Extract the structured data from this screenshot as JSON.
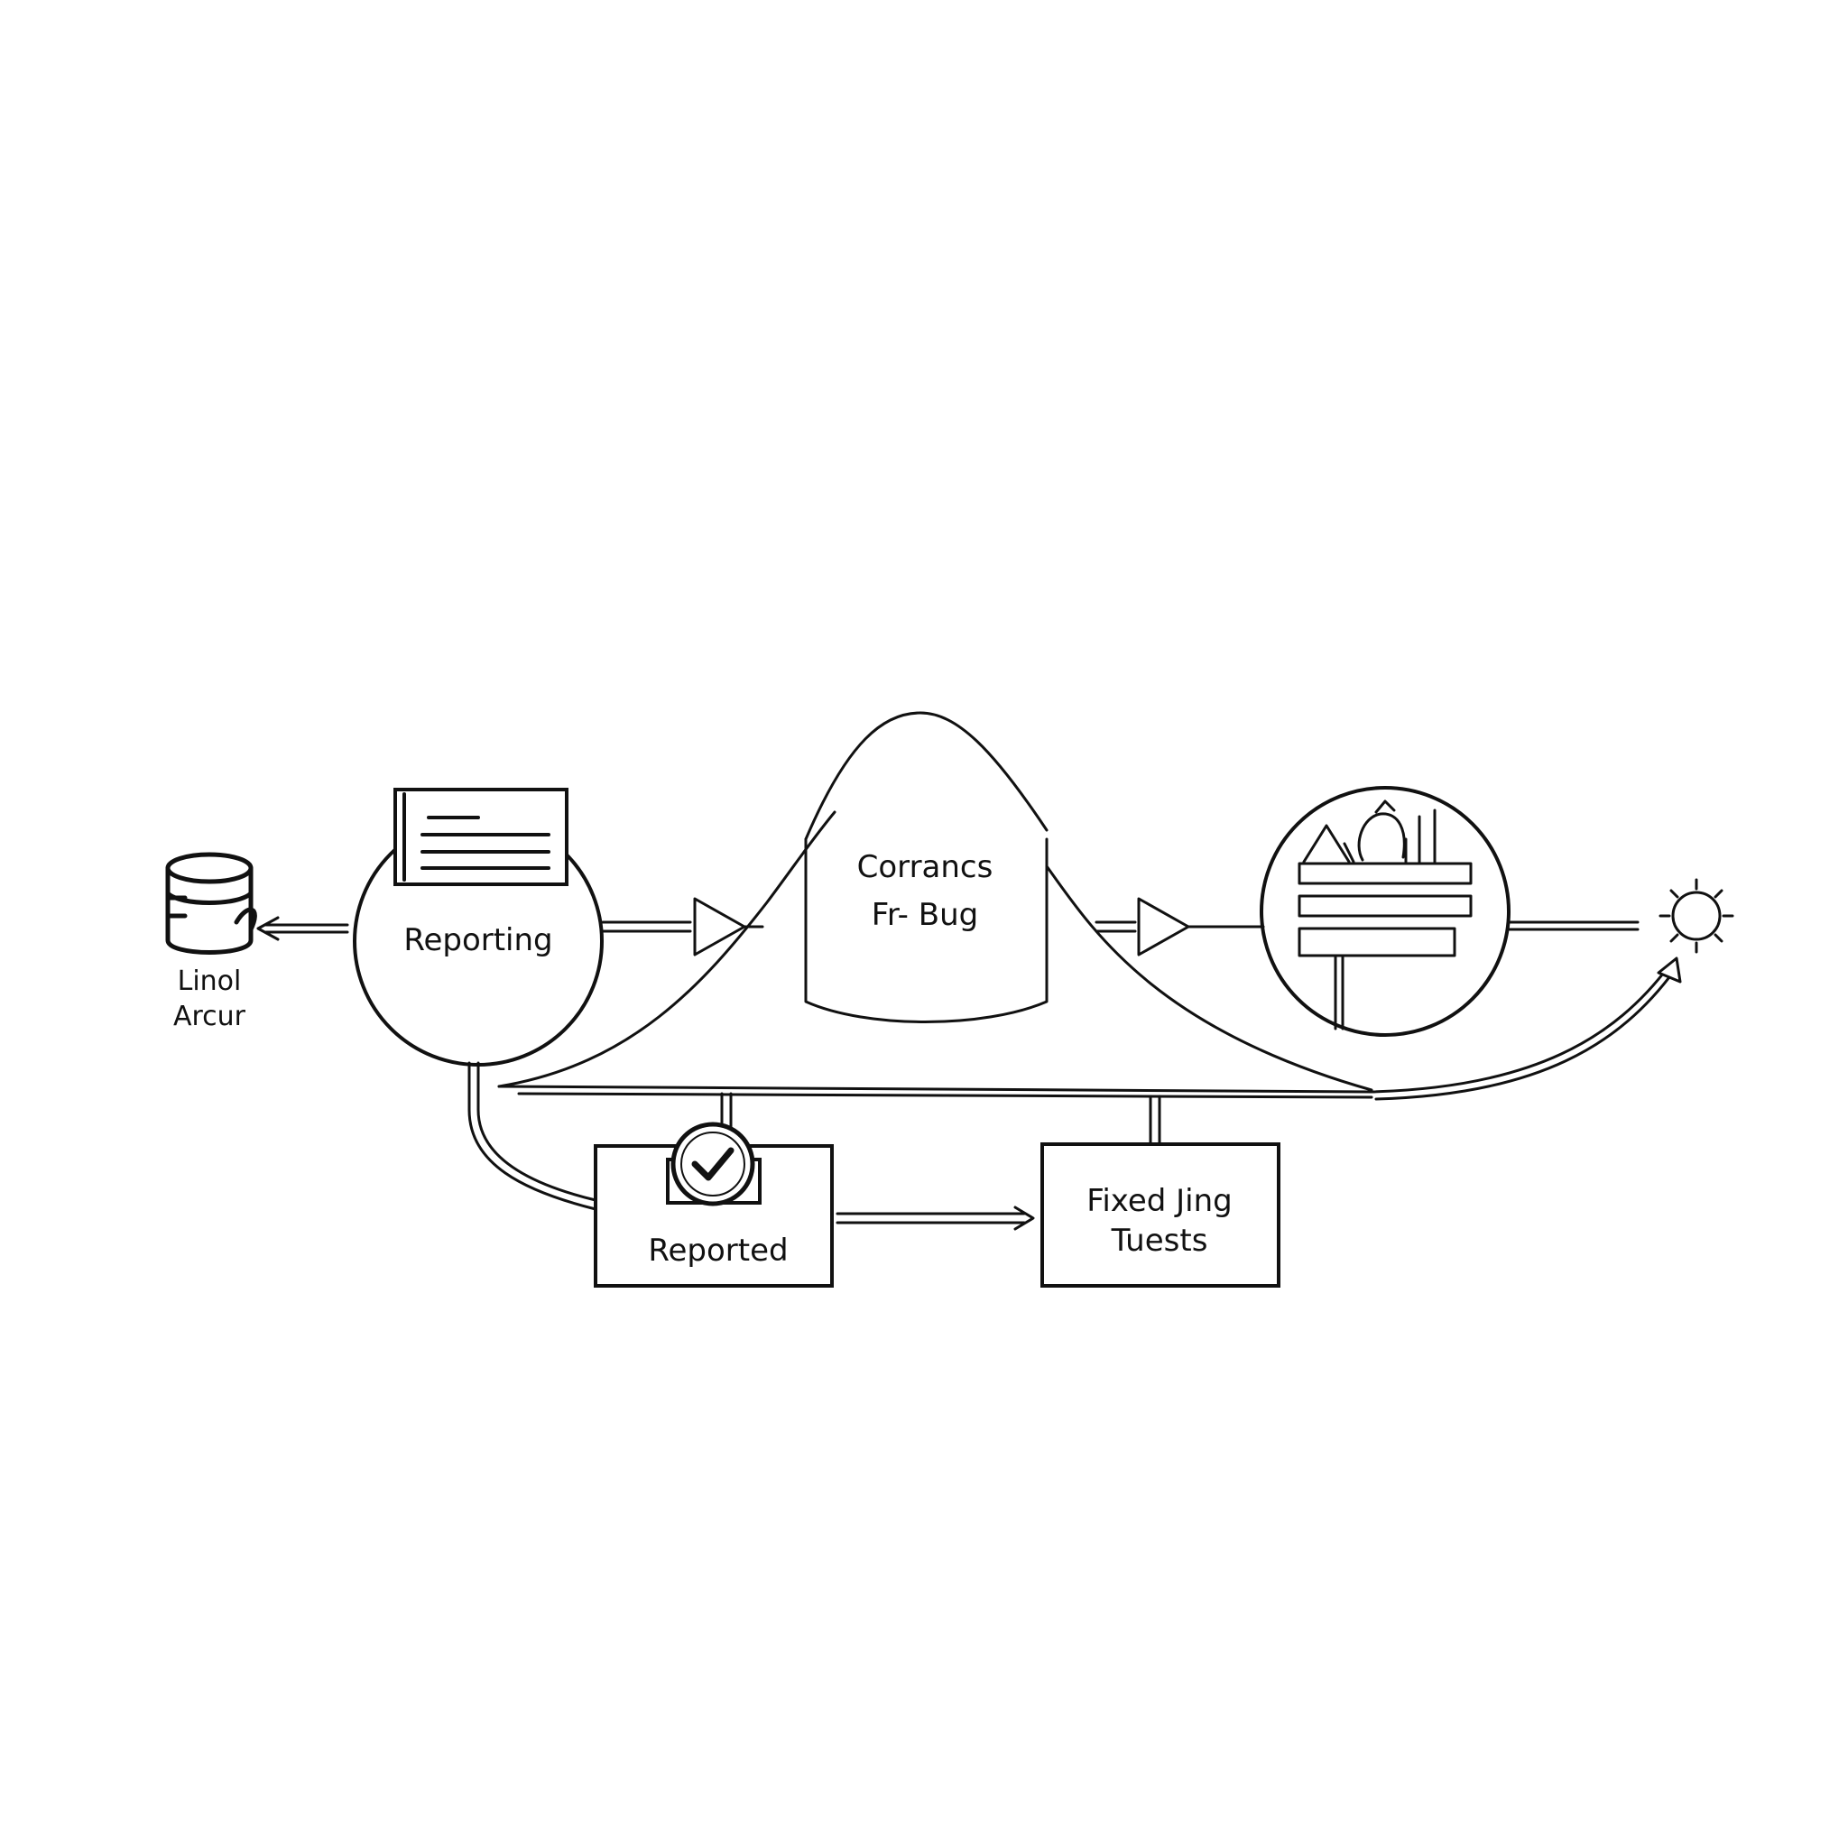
{
  "diagram": {
    "colors": {
      "ink": "#111111",
      "background": "#ffffff"
    },
    "nodes": {
      "database": {
        "icon": "database-icon",
        "label_line1": "Linol",
        "label_line2": "Arcur"
      },
      "reporting": {
        "icon": "document-icon",
        "label": "Reporting"
      },
      "bell": {
        "label_line1": "Corrancs",
        "label_line2": "Fr- Bug"
      },
      "toolbox": {
        "icon": "tools-signpost-icon"
      },
      "sun": {
        "icon": "sun-icon"
      },
      "reported": {
        "icon": "checkmark-icon",
        "label": "Reported"
      },
      "fixed": {
        "label_line1": "Fixed Jing",
        "label_line2": "Tuests"
      }
    }
  }
}
